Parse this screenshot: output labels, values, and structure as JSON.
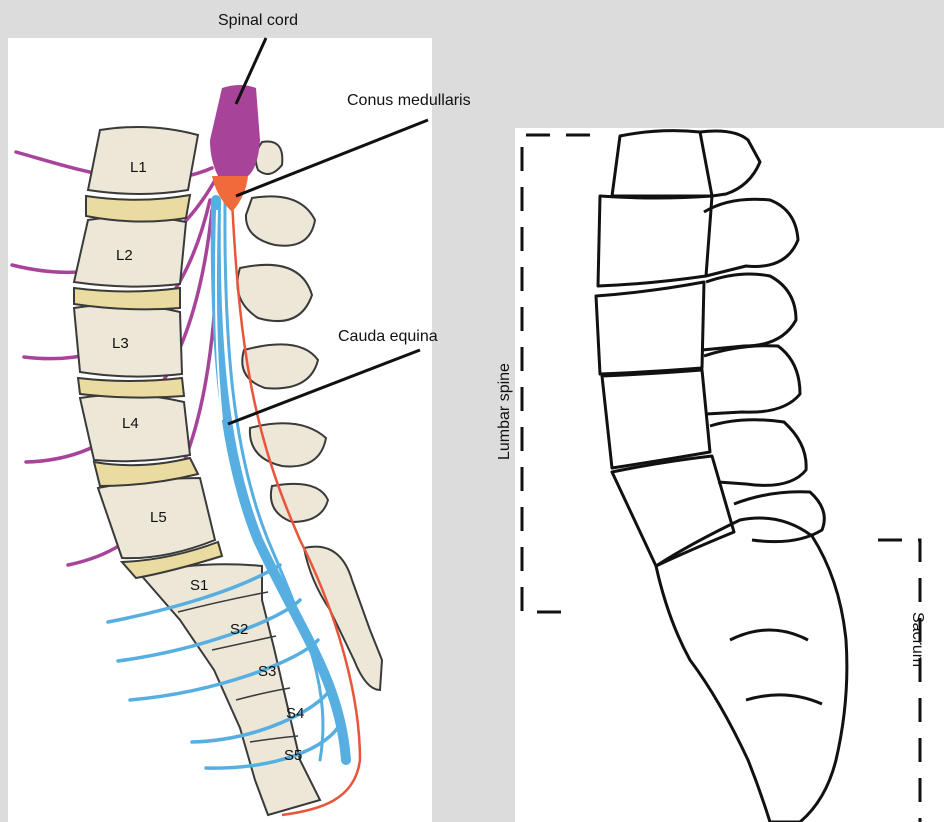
{
  "labels": {
    "spinal_cord": "Spinal cord",
    "conus_medullaris": "Conus medullaris",
    "cauda_equina": "Cauda equina",
    "lumbar_spine": "Lumbar spine",
    "sacrum": "Sacrum"
  },
  "vertebrae": [
    "L1",
    "L2",
    "L3",
    "L4",
    "L5",
    "S1",
    "S2",
    "S3",
    "S4",
    "S5"
  ],
  "colors": {
    "background": "#dcdcdc",
    "bone": "#ede7d8",
    "disc": "#eadca0",
    "spinal_cord": "#a8439a",
    "conus": "#f06a3c",
    "cauda_equina": "#56afe0",
    "filum": "#e8553a"
  }
}
